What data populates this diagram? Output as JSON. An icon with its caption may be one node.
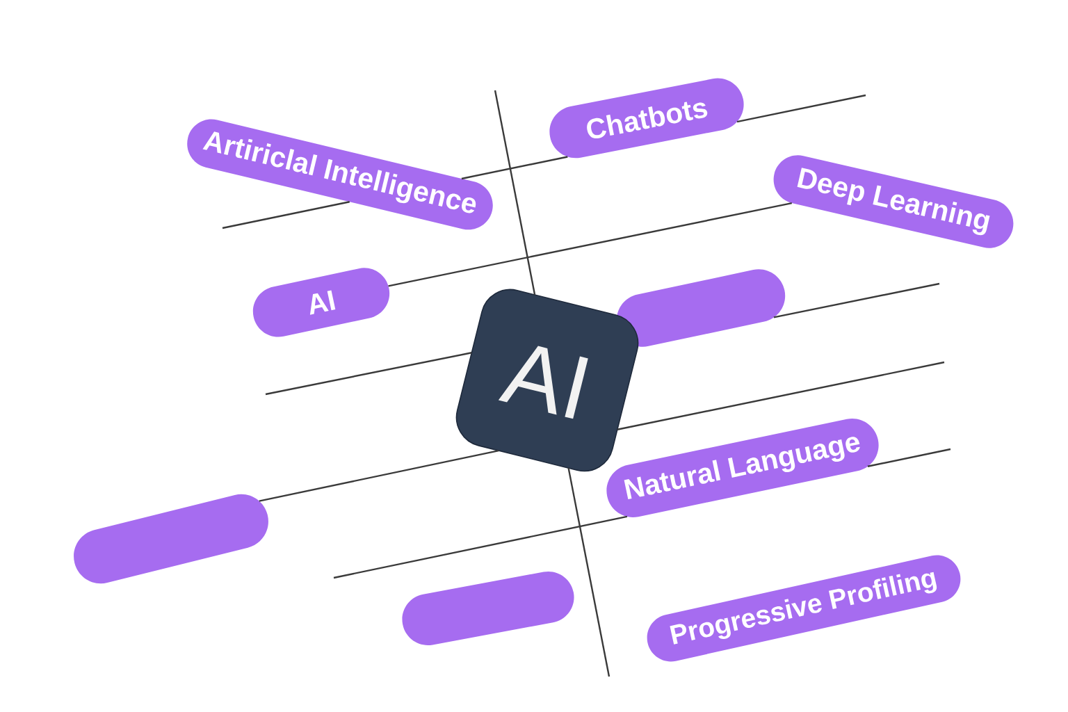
{
  "diagram": {
    "nodes": [
      {
        "text": [
          "Artiriclal Intelligence"
        ]
      },
      {
        "text": [
          "Chatbots"
        ]
      },
      {
        "text": [
          "Deep Learning"
        ]
      },
      {
        "text": [
          "AI"
        ]
      },
      {
        "text": [],
        "shape": "pill"
      },
      {
        "text": [
          "AI"
        ]
      },
      {
        "text": [
          "Natural Language"
        ]
      },
      {
        "text": [],
        "shape": "pill"
      },
      {
        "text": [],
        "shape": "pill"
      },
      {
        "text": [
          "Progressive Profiling"
        ]
      }
    ],
    "edges": [
      {
        "from": null,
        "to": 0,
        "arrow": "none"
      },
      {
        "from": 0,
        "to": 1,
        "arrow": "none"
      },
      {
        "from": 1,
        "to": null,
        "arrow": "none"
      },
      {
        "from": null,
        "to": 5,
        "arrow": "none"
      },
      {
        "from": 5,
        "to": null,
        "arrow": "none"
      },
      {
        "from": 3,
        "to": 2,
        "arrow": "none"
      },
      {
        "from": null,
        "to": 5,
        "arrow": "none"
      },
      {
        "from": 4,
        "to": null,
        "arrow": "none"
      },
      {
        "from": 5,
        "to": null,
        "arrow": "none"
      },
      {
        "from": 7,
        "to": 5,
        "arrow": "none"
      },
      {
        "from": null,
        "to": 6,
        "arrow": "none"
      },
      {
        "from": 6,
        "to": null,
        "arrow": "none"
      }
    ]
  }
}
